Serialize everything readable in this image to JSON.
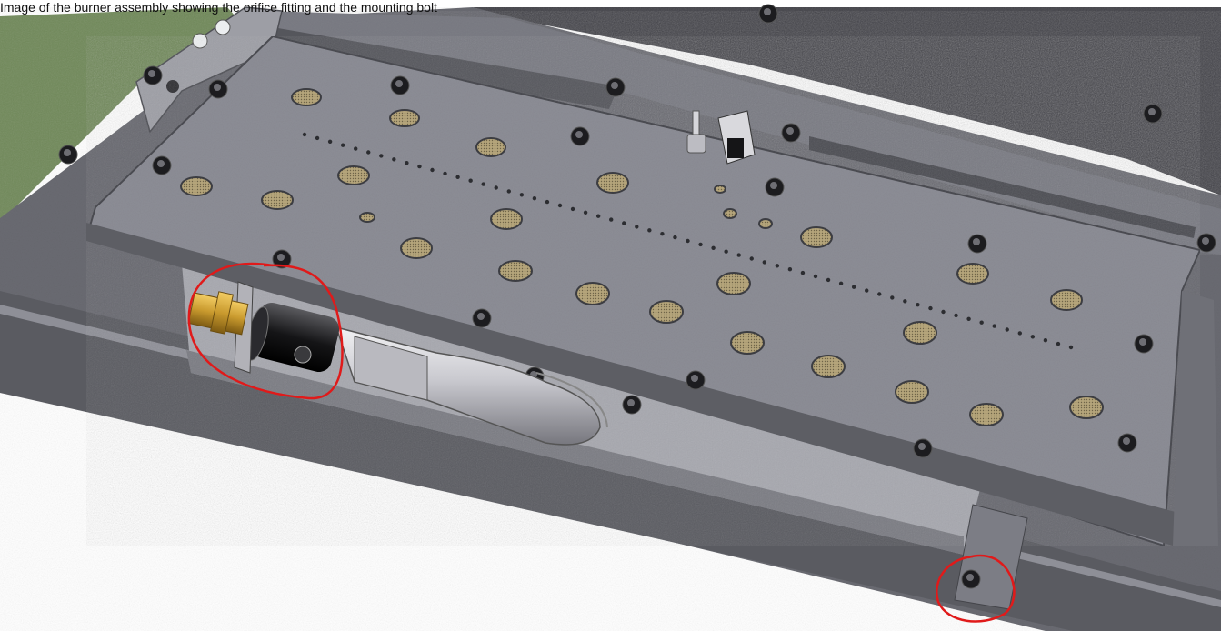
{
  "caption": {
    "text": "Image of the burner assembly showing the orifice fitting and the mounting bolt"
  },
  "scene": {
    "background": "#ffffff",
    "enclosure_color": "#6a6b72",
    "panel_color": "#8d8e96",
    "dark_wall_color": "#414147",
    "green_panel_color": "#6f8858",
    "burner_tube_color": "#c9c9cf",
    "brass_color": "#c99a2e",
    "annotation_color": "#e01a1a"
  },
  "annotations": [
    {
      "label": "orifice-fitting-circle"
    },
    {
      "label": "mounting-bolt-circle"
    }
  ]
}
